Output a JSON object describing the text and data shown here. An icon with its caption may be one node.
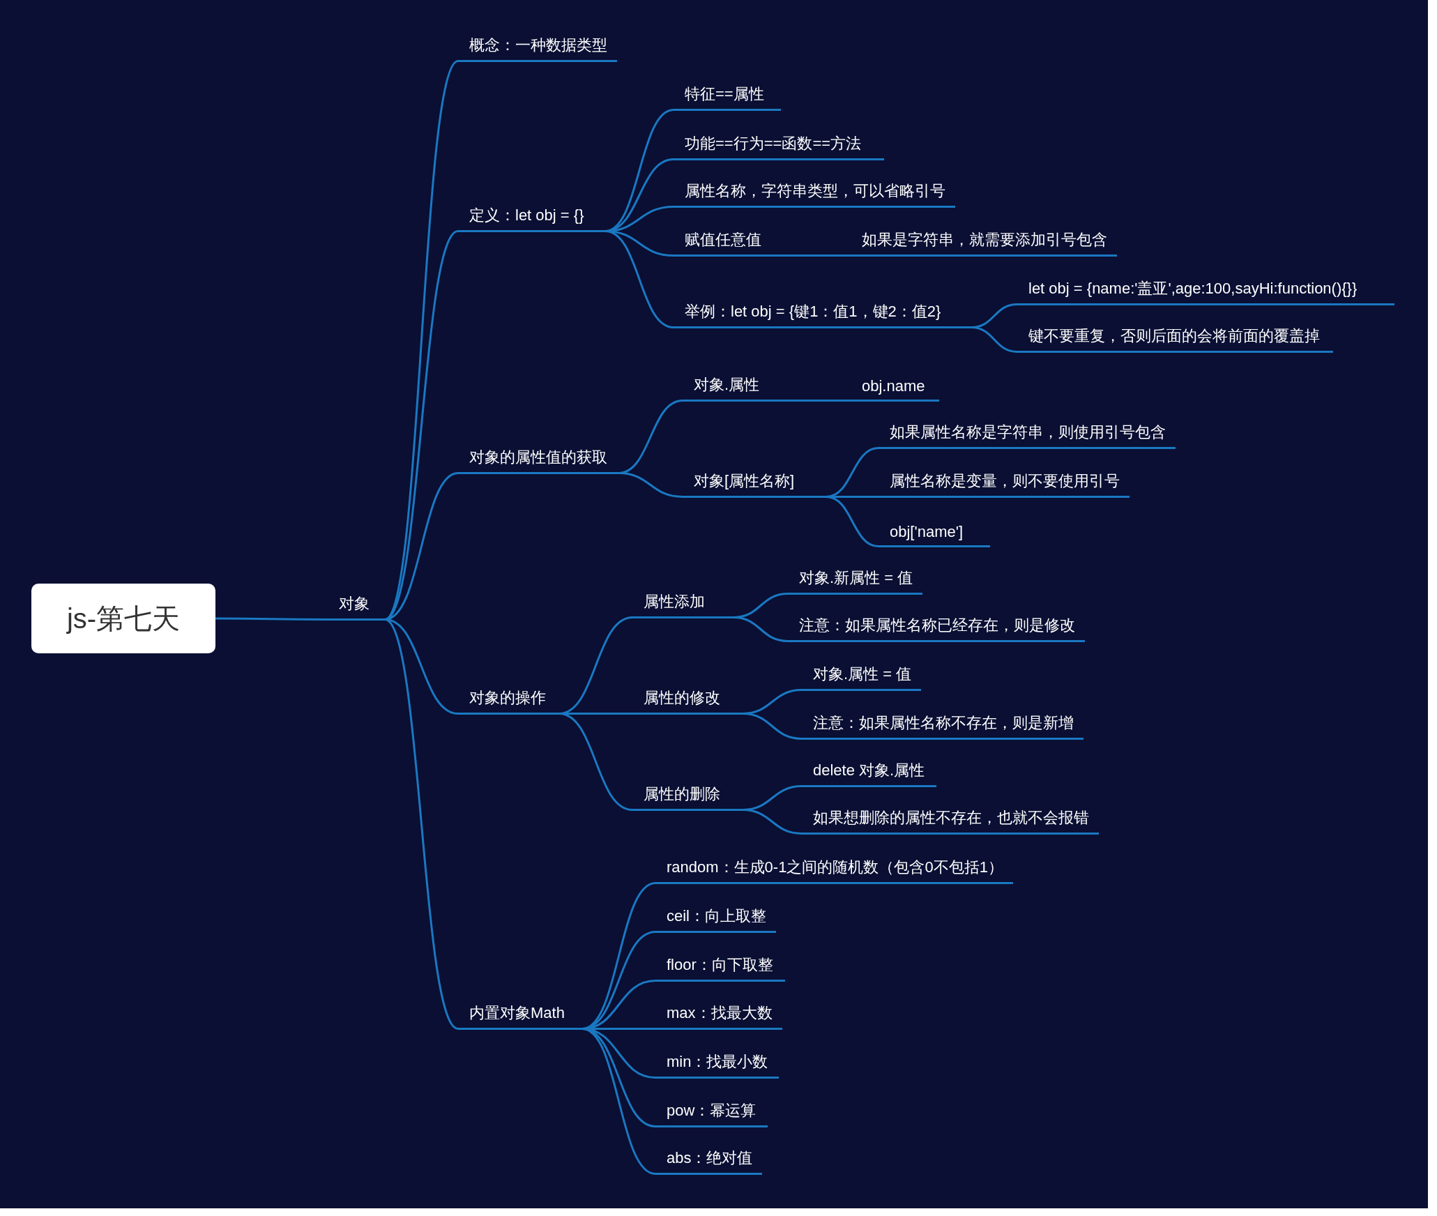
{
  "diagram": {
    "nodes": [
      {
        "text": [
          "js-第七天"
        ]
      },
      {
        "text": [
          "对象"
        ]
      },
      {
        "text": [
          "概念：一种数据类型"
        ]
      },
      {
        "text": [
          "定义：let obj = {}"
        ]
      },
      {
        "text": [
          "对象的属性值的获取"
        ]
      },
      {
        "text": [
          "对象的操作"
        ]
      },
      {
        "text": [
          "内置对象Math"
        ]
      },
      {
        "text": [
          "特征==属性"
        ]
      },
      {
        "text": [
          "功能==行为==函数==方法"
        ]
      },
      {
        "text": [
          "属性名称，字符串类型，可以省略引号"
        ]
      },
      {
        "text": [
          "赋值任意值",
          "如果是字符串，就需要添加引号包含"
        ]
      },
      {
        "text": [
          "举例：let obj = {键1：值1，键2：值2}"
        ]
      },
      {
        "text": [
          "let obj = {name:'盖亚',age:100,sayHi:function(){}}"
        ]
      },
      {
        "text": [
          "键不要重复，否则后面的会将前面的覆盖掉"
        ]
      },
      {
        "text": [
          "对象.属性",
          "obj.name"
        ]
      },
      {
        "text": [
          "对象[属性名称]"
        ]
      },
      {
        "text": [
          "如果属性名称是字符串，则使用引号包含"
        ]
      },
      {
        "text": [
          "属性名称是变量，则不要使用引号"
        ]
      },
      {
        "text": [
          "obj['name']"
        ]
      },
      {
        "text": [
          "属性添加"
        ]
      },
      {
        "text": [
          "属性的修改"
        ]
      },
      {
        "text": [
          "属性的删除"
        ]
      },
      {
        "text": [
          "对象.新属性 = 值"
        ]
      },
      {
        "text": [
          "注意：如果属性名称已经存在，则是修改"
        ]
      },
      {
        "text": [
          "对象.属性 = 值"
        ]
      },
      {
        "text": [
          "注意：如果属性名称不存在，则是新增"
        ]
      },
      {
        "text": [
          "delete 对象.属性"
        ]
      },
      {
        "text": [
          "如果想删除的属性不存在，也就不会报错"
        ]
      },
      {
        "text": [
          "random：生成0-1之间的随机数（包含0不包括1）"
        ]
      },
      {
        "text": [
          "ceil：向上取整"
        ]
      },
      {
        "text": [
          "floor：向下取整"
        ]
      },
      {
        "text": [
          "max：找最大数"
        ]
      },
      {
        "text": [
          "min：找最小数"
        ]
      },
      {
        "text": [
          "pow：幂运算"
        ]
      },
      {
        "text": [
          "abs：绝对值"
        ]
      }
    ],
    "edges": [
      {
        "from": 0,
        "to": 1,
        "arrow": "none"
      },
      {
        "from": 1,
        "to": 2,
        "arrow": "none"
      },
      {
        "from": 1,
        "to": 3,
        "arrow": "none"
      },
      {
        "from": 1,
        "to": 4,
        "arrow": "none"
      },
      {
        "from": 1,
        "to": 5,
        "arrow": "none"
      },
      {
        "from": 1,
        "to": 6,
        "arrow": "none"
      },
      {
        "from": 3,
        "to": 7,
        "arrow": "none"
      },
      {
        "from": 3,
        "to": 8,
        "arrow": "none"
      },
      {
        "from": 3,
        "to": 9,
        "arrow": "none"
      },
      {
        "from": 3,
        "to": 10,
        "arrow": "none"
      },
      {
        "from": 3,
        "to": 11,
        "arrow": "none"
      },
      {
        "from": 11,
        "to": 12,
        "arrow": "none"
      },
      {
        "from": 11,
        "to": 13,
        "arrow": "none"
      },
      {
        "from": 4,
        "to": 14,
        "arrow": "none"
      },
      {
        "from": 4,
        "to": 15,
        "arrow": "none"
      },
      {
        "from": 15,
        "to": 16,
        "arrow": "none"
      },
      {
        "from": 15,
        "to": 17,
        "arrow": "none"
      },
      {
        "from": 15,
        "to": 18,
        "arrow": "none"
      },
      {
        "from": 5,
        "to": 19,
        "arrow": "none"
      },
      {
        "from": 5,
        "to": 20,
        "arrow": "none"
      },
      {
        "from": 5,
        "to": 21,
        "arrow": "none"
      },
      {
        "from": 19,
        "to": 22,
        "arrow": "none"
      },
      {
        "from": 19,
        "to": 23,
        "arrow": "none"
      },
      {
        "from": 20,
        "to": 24,
        "arrow": "none"
      },
      {
        "from": 20,
        "to": 25,
        "arrow": "none"
      },
      {
        "from": 21,
        "to": 26,
        "arrow": "none"
      },
      {
        "from": 21,
        "to": 27,
        "arrow": "none"
      },
      {
        "from": 6,
        "to": 28,
        "arrow": "none"
      },
      {
        "from": 6,
        "to": 29,
        "arrow": "none"
      },
      {
        "from": 6,
        "to": 30,
        "arrow": "none"
      },
      {
        "from": 6,
        "to": 31,
        "arrow": "none"
      },
      {
        "from": 6,
        "to": 32,
        "arrow": "none"
      },
      {
        "from": 6,
        "to": 33,
        "arrow": "none"
      },
      {
        "from": 6,
        "to": 34,
        "arrow": "none"
      }
    ]
  }
}
